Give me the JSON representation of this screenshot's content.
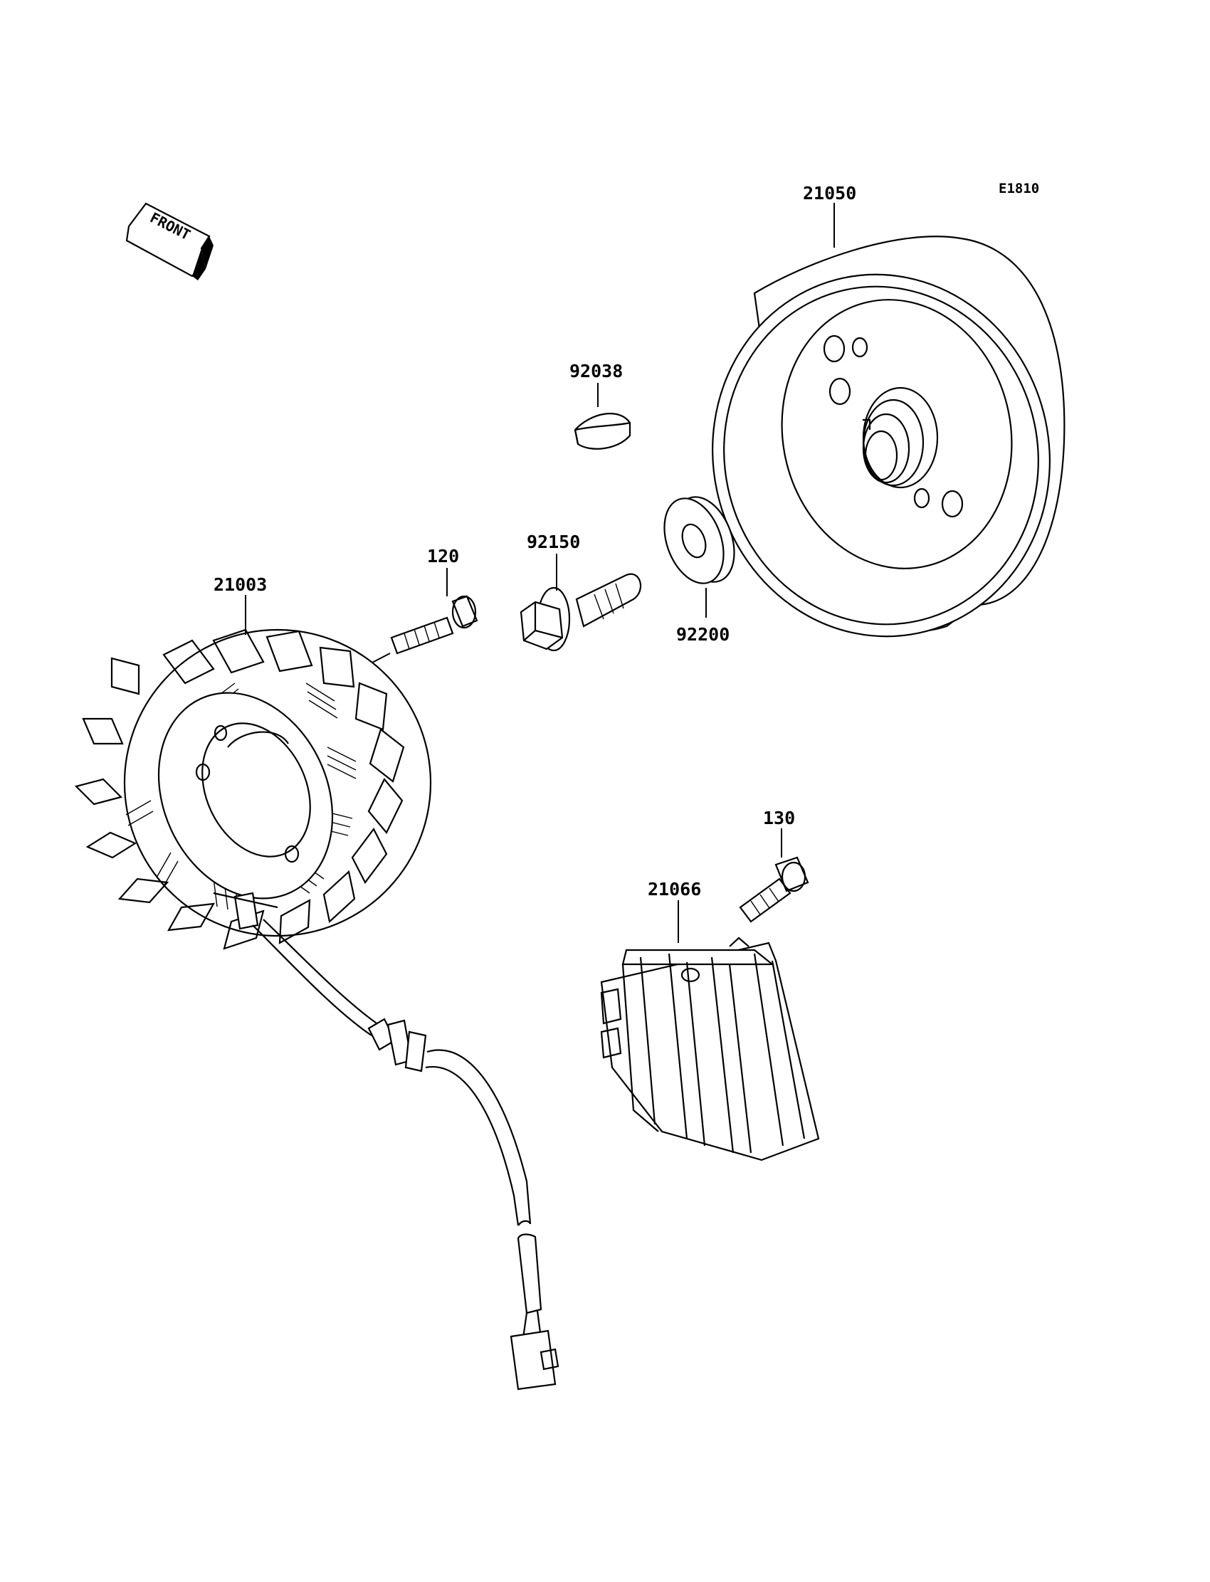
{
  "diagram": {
    "code": "E1810",
    "front_label": "FRONT",
    "callouts": {
      "flywheel": "21050",
      "key": "92038",
      "bolt_flywheel": "92150",
      "washer": "92200",
      "stator_screw": "120",
      "stator": "21003",
      "regulator_bolt": "130",
      "regulator": "21066"
    }
  }
}
